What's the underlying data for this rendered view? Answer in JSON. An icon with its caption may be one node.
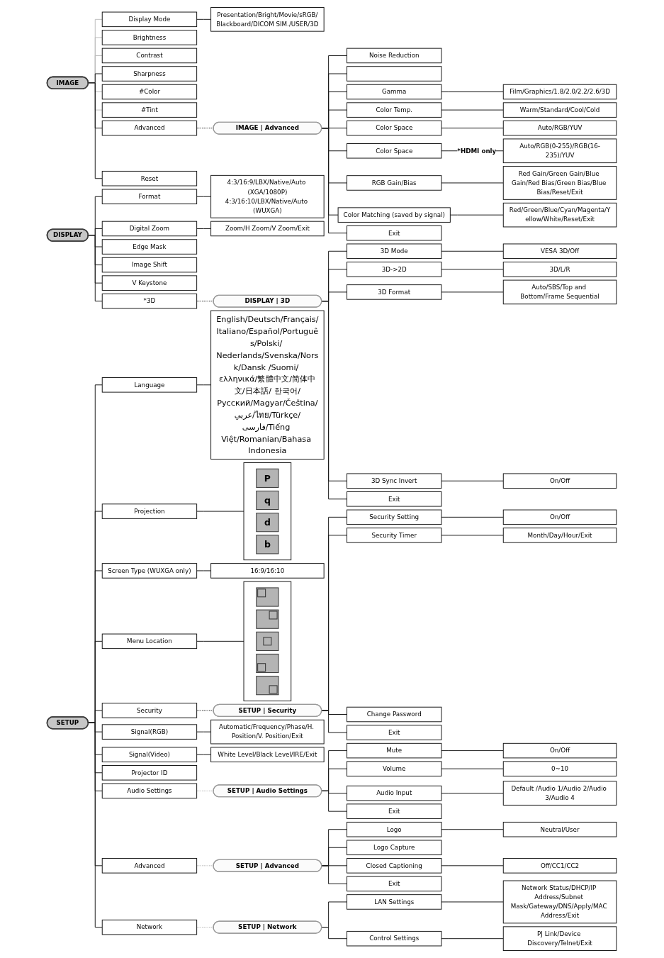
{
  "diagram": {
    "nodes": [
      {
        "text": [
          "IMAGE"
        ]
      },
      {
        "text": [
          "Display Mode"
        ]
      },
      {
        "text": [
          "Presentation/Bright/Movie/sRGB/Blackboard/DICOM SIM./USER/3D"
        ]
      },
      {
        "text": [
          "Brightness"
        ]
      },
      {
        "text": [
          "Contrast"
        ]
      },
      {
        "text": [
          "Sharpness"
        ]
      },
      {
        "text": [
          "#Color"
        ]
      },
      {
        "text": [
          "#Tint"
        ]
      },
      {
        "text": [
          "Advanced"
        ]
      },
      {
        "text": [
          "Reset"
        ]
      },
      {
        "text": [
          "IMAGE | Advanced"
        ]
      },
      {
        "text": [
          "Noise Reduction"
        ]
      },
      {
        "text": [],
        "shape": "box"
      },
      {
        "text": [
          "Gamma"
        ]
      },
      {
        "text": [
          "Film/Graphics/1.8/2.0/2.2/2.6/3D"
        ]
      },
      {
        "text": [
          "Color Temp."
        ]
      },
      {
        "text": [
          "Warm/Standard/Cool/Cold"
        ]
      },
      {
        "text": [
          "Color Space"
        ]
      },
      {
        "text": [
          "Auto/RGB/YUV"
        ]
      },
      {
        "text": [
          "Color Space"
        ]
      },
      {
        "text": [
          "Auto/RGB(0-255)/RGB(16-235)/YUV"
        ]
      },
      {
        "text": [
          "RGB Gain/Bias"
        ]
      },
      {
        "text": [
          "Red Gain/Green Gain/Blue Gain/Red Bias/Green Bias/Blue Bias/Reset/Exit"
        ]
      },
      {
        "text": [
          "Color Matching (saved by signal)"
        ]
      },
      {
        "text": [
          "Red/Green/Blue/Cyan/Magenta/Yellow/White/Reset/Exit"
        ]
      },
      {
        "text": [
          "Exit"
        ]
      },
      {
        "text": [
          "DISPLAY"
        ]
      },
      {
        "text": [
          "Format"
        ]
      },
      {
        "text": [
          "4:3/16:9/LBX/Native/Auto (XGA/1080P)",
          "4:3/16:10/LBX/Native/Auto (WUXGA)"
        ]
      },
      {
        "text": [
          "Digital Zoom"
        ]
      },
      {
        "text": [
          "Zoom/H Zoom/V Zoom/Exit"
        ]
      },
      {
        "text": [
          "Edge Mask"
        ]
      },
      {
        "text": [
          "Image Shift"
        ]
      },
      {
        "text": [
          "V Keystone"
        ]
      },
      {
        "text": [
          "*3D"
        ]
      },
      {
        "text": [
          "DISPLAY | 3D"
        ]
      },
      {
        "text": [
          "3D Mode"
        ]
      },
      {
        "text": [
          "VESA 3D/Off"
        ]
      },
      {
        "text": [
          "3D->2D"
        ]
      },
      {
        "text": [
          "3D/L/R"
        ]
      },
      {
        "text": [
          "3D Format"
        ]
      },
      {
        "text": [
          "Auto/SBS/Top and Bottom/Frame Sequential"
        ]
      },
      {
        "text": [
          "3D Sync Invert"
        ]
      },
      {
        "text": [
          "On/Off"
        ]
      },
      {
        "text": [
          "Exit"
        ]
      },
      {
        "text": [
          "SETUP"
        ]
      },
      {
        "text": [
          "Language"
        ]
      },
      {
        "text": [
          "English/Deutsch/Français/Italiano/Español/Português/Polski/ Nederlands/Svenska/Norsk/Dansk /Suomi/ ελληνικά/繁體中文/简体中文/日本語/ 한국어/Русский/Magyar/Čeština/عربي/ไทย/Türkçe/فارسی/Tiếng Việt/Romanian/Bahasa Indonesia"
        ]
      },
      {
        "text": [
          "Projection"
        ]
      },
      {
        "text": [],
        "shape": "box"
      },
      {
        "text": [
          "P"
        ],
        "in": 49
      },
      {
        "text": [
          "q"
        ],
        "in": 49
      },
      {
        "text": [
          "d"
        ],
        "in": 49
      },
      {
        "text": [
          "b"
        ],
        "in": 49
      },
      {
        "text": [
          "Screen Type (WUXGA only)"
        ]
      },
      {
        "text": [
          "16:9/16:10"
        ]
      },
      {
        "text": [
          "Menu Location"
        ]
      },
      {
        "text": [],
        "shape": "box"
      },
      {
        "text": [],
        "shape": "box",
        "in": 57
      },
      {
        "text": [],
        "shape": "box",
        "in": 57
      },
      {
        "text": [],
        "shape": "box",
        "in": 57
      },
      {
        "text": [],
        "shape": "box",
        "in": 57
      },
      {
        "text": [],
        "shape": "box",
        "in": 57
      },
      {
        "text": [
          "Security"
        ]
      },
      {
        "text": [
          "Signal(RGB)"
        ]
      },
      {
        "text": [
          "Automatic/Frequency/Phase/H. Position/V. Position/Exit"
        ]
      },
      {
        "text": [
          "Signal(Video)"
        ]
      },
      {
        "text": [
          "White Level/Black Level/IRE/Exit"
        ]
      },
      {
        "text": [
          "Projector ID"
        ]
      },
      {
        "text": [
          "Audio Settings"
        ]
      },
      {
        "text": [
          "Advanced"
        ]
      },
      {
        "text": [
          "Network"
        ]
      },
      {
        "text": [
          "SETUP | Security"
        ]
      },
      {
        "text": [
          "Security Setting"
        ]
      },
      {
        "text": [
          "On/Off"
        ]
      },
      {
        "text": [
          "Security Timer"
        ]
      },
      {
        "text": [
          "Month/Day/Hour/Exit"
        ]
      },
      {
        "text": [
          "Change Password"
        ]
      },
      {
        "text": [
          "Exit"
        ]
      },
      {
        "text": [
          "SETUP | Audio Settings"
        ]
      },
      {
        "text": [
          "Mute"
        ]
      },
      {
        "text": [
          "On/Off"
        ]
      },
      {
        "text": [
          "Volume"
        ]
      },
      {
        "text": [
          "0~10"
        ]
      },
      {
        "text": [
          "Audio Input"
        ]
      },
      {
        "text": [
          "Default /Audio 1/Audio 2/Audio 3/Audio 4"
        ]
      },
      {
        "text": [
          "Exit"
        ]
      },
      {
        "text": [
          "SETUP | Advanced"
        ]
      },
      {
        "text": [
          "Logo"
        ]
      },
      {
        "text": [
          "Neutral/User"
        ]
      },
      {
        "text": [
          "Logo Capture"
        ]
      },
      {
        "text": [
          "Closed Captioning"
        ]
      },
      {
        "text": [
          "Off/CC1/CC2"
        ]
      },
      {
        "text": [
          "Exit"
        ]
      },
      {
        "text": [
          "SETUP | Network"
        ]
      },
      {
        "text": [
          "LAN Settings"
        ]
      },
      {
        "text": [
          "Network Status/DHCP/IP Address/Subnet Mask/Gateway/DNS/Apply/MAC Address/Exit"
        ]
      },
      {
        "text": [
          "Control Settings"
        ]
      },
      {
        "text": [
          "PJ Link/Device Discovery/Telnet/Exit"
        ]
      }
    ],
    "edges": [
      {
        "from": 0,
        "to": 1,
        "arrow": "none",
        "color": "#bdbdbd"
      },
      {
        "from": 1,
        "to": 2,
        "arrow": "none"
      },
      {
        "from": 0,
        "to": 3,
        "arrow": "none",
        "color": "#bdbdbd"
      },
      {
        "from": 0,
        "to": 4,
        "arrow": "none",
        "color": "#bdbdbd"
      },
      {
        "from": 0,
        "to": 5,
        "arrow": "none"
      },
      {
        "from": 0,
        "to": 6,
        "arrow": "none",
        "color": "#bdbdbd"
      },
      {
        "from": 0,
        "to": 7,
        "arrow": "none",
        "color": "#bdbdbd"
      },
      {
        "from": 0,
        "to": 8,
        "arrow": "none"
      },
      {
        "from": 0,
        "to": 9,
        "arrow": "none"
      },
      {
        "from": 8,
        "to": 10,
        "arrow": "none",
        "style": "dashed"
      },
      {
        "from": 10,
        "to": 11,
        "arrow": "none"
      },
      {
        "from": 10,
        "to": 12,
        "arrow": "none"
      },
      {
        "from": 10,
        "to": 13,
        "arrow": "none"
      },
      {
        "from": 13,
        "to": 14,
        "arrow": "none"
      },
      {
        "from": 10,
        "to": 15,
        "arrow": "none"
      },
      {
        "from": 15,
        "to": 16,
        "arrow": "none"
      },
      {
        "from": 10,
        "to": 17,
        "arrow": "none"
      },
      {
        "from": 17,
        "to": 18,
        "arrow": "none"
      },
      {
        "from": 10,
        "to": 19,
        "arrow": "none"
      },
      {
        "from": 19,
        "to": 20,
        "arrow": "none",
        "label": "*HDMI only"
      },
      {
        "from": 10,
        "to": 21,
        "arrow": "none"
      },
      {
        "from": 21,
        "to": 22,
        "arrow": "none"
      },
      {
        "from": 10,
        "to": 23,
        "arrow": "none"
      },
      {
        "from": 23,
        "to": 24,
        "arrow": "none"
      },
      {
        "from": 10,
        "to": 25,
        "arrow": "none"
      },
      {
        "from": 26,
        "to": 27,
        "arrow": "none"
      },
      {
        "from": 27,
        "to": 28,
        "arrow": "none"
      },
      {
        "from": 26,
        "to": 29,
        "arrow": "none"
      },
      {
        "from": 29,
        "to": 30,
        "arrow": "none"
      },
      {
        "from": 26,
        "to": 31,
        "arrow": "none"
      },
      {
        "from": 26,
        "to": 32,
        "arrow": "none"
      },
      {
        "from": 26,
        "to": 33,
        "arrow": "none"
      },
      {
        "from": 26,
        "to": 34,
        "arrow": "none"
      },
      {
        "from": 34,
        "to": 35,
        "arrow": "none",
        "style": "dashed"
      },
      {
        "from": 35,
        "to": 36,
        "arrow": "none"
      },
      {
        "from": 36,
        "to": 37,
        "arrow": "none"
      },
      {
        "from": 35,
        "to": 38,
        "arrow": "none"
      },
      {
        "from": 38,
        "to": 39,
        "arrow": "none"
      },
      {
        "from": 35,
        "to": 40,
        "arrow": "none"
      },
      {
        "from": 40,
        "to": 41,
        "arrow": "none"
      },
      {
        "from": 35,
        "to": 42,
        "arrow": "none"
      },
      {
        "from": 42,
        "to": 43,
        "arrow": "none"
      },
      {
        "from": 35,
        "to": 44,
        "arrow": "none"
      },
      {
        "from": 45,
        "to": 46,
        "arrow": "none"
      },
      {
        "from": 46,
        "to": 47,
        "arrow": "none"
      },
      {
        "from": 45,
        "to": 48,
        "arrow": "none"
      },
      {
        "from": 48,
        "to": 49,
        "arrow": "none"
      },
      {
        "from": 45,
        "to": 54,
        "arrow": "none"
      },
      {
        "from": 54,
        "to": 55,
        "arrow": "none"
      },
      {
        "from": 45,
        "to": 56,
        "arrow": "none"
      },
      {
        "from": 56,
        "to": 57,
        "arrow": "none"
      },
      {
        "from": 45,
        "to": 63,
        "arrow": "none"
      },
      {
        "from": 45,
        "to": 64,
        "arrow": "none"
      },
      {
        "from": 64,
        "to": 65,
        "arrow": "none"
      },
      {
        "from": 45,
        "to": 66,
        "arrow": "none"
      },
      {
        "from": 66,
        "to": 67,
        "arrow": "none"
      },
      {
        "from": 45,
        "to": 68,
        "arrow": "none"
      },
      {
        "from": 45,
        "to": 69,
        "arrow": "none"
      },
      {
        "from": 45,
        "to": 70,
        "arrow": "none"
      },
      {
        "from": 45,
        "to": 71,
        "arrow": "none"
      },
      {
        "from": 63,
        "to": 72,
        "arrow": "none",
        "style": "dashed"
      },
      {
        "from": 69,
        "to": 79,
        "arrow": "none",
        "style": "dashed",
        "color": "#b0b0b0"
      },
      {
        "from": 70,
        "to": 87,
        "arrow": "none",
        "style": "dashed",
        "color": "#b0b0b0"
      },
      {
        "from": 71,
        "to": 94,
        "arrow": "none",
        "style": "dashed",
        "color": "#b0b0b0"
      },
      {
        "from": 72,
        "to": 73,
        "arrow": "none"
      },
      {
        "from": 73,
        "to": 74,
        "arrow": "none"
      },
      {
        "from": 72,
        "to": 75,
        "arrow": "none"
      },
      {
        "from": 75,
        "to": 76,
        "arrow": "none"
      },
      {
        "from": 72,
        "to": 77,
        "arrow": "none"
      },
      {
        "from": 72,
        "to": 78,
        "arrow": "none"
      },
      {
        "from": 79,
        "to": 80,
        "arrow": "none"
      },
      {
        "from": 80,
        "to": 81,
        "arrow": "none"
      },
      {
        "from": 79,
        "to": 82,
        "arrow": "none"
      },
      {
        "from": 82,
        "to": 83,
        "arrow": "none"
      },
      {
        "from": 79,
        "to": 84,
        "arrow": "none"
      },
      {
        "from": 84,
        "to": 85,
        "arrow": "none"
      },
      {
        "from": 79,
        "to": 86,
        "arrow": "none"
      },
      {
        "from": 87,
        "to": 88,
        "arrow": "none"
      },
      {
        "from": 88,
        "to": 89,
        "arrow": "none"
      },
      {
        "from": 87,
        "to": 90,
        "arrow": "none"
      },
      {
        "from": 87,
        "to": 91,
        "arrow": "none"
      },
      {
        "from": 91,
        "to": 92,
        "arrow": "none"
      },
      {
        "from": 87,
        "to": 93,
        "arrow": "none"
      },
      {
        "from": 94,
        "to": 95,
        "arrow": "none"
      },
      {
        "from": 95,
        "to": 96,
        "arrow": "none"
      },
      {
        "from": 94,
        "to": 97,
        "arrow": "none"
      },
      {
        "from": 97,
        "to": 98,
        "arrow": "none"
      }
    ]
  }
}
